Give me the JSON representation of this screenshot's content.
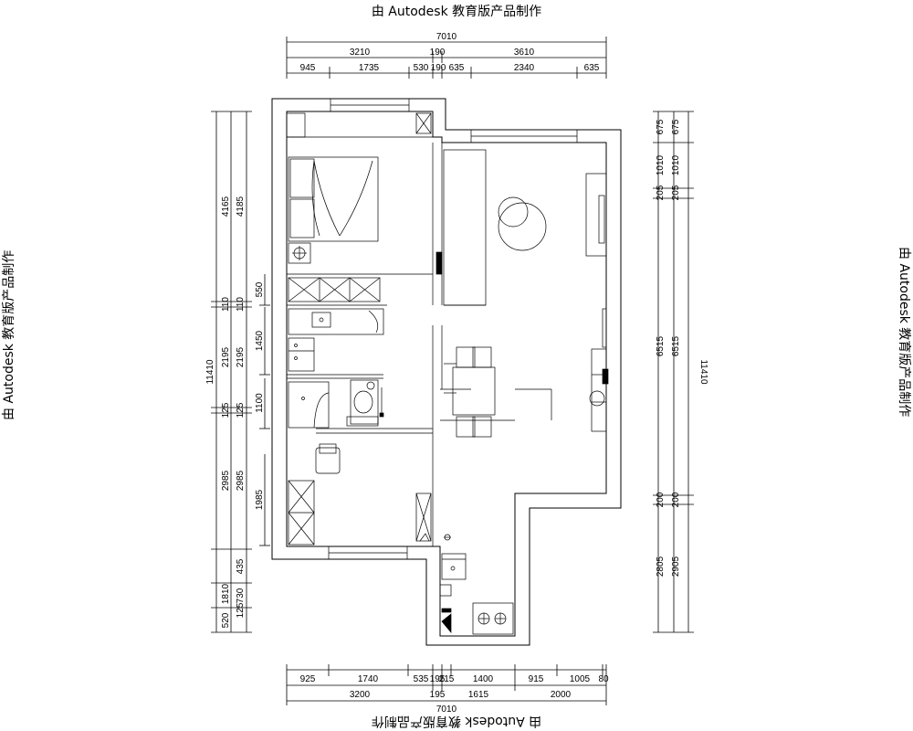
{
  "watermark": "由 Autodesk 教育版产品制作",
  "dimensions": {
    "top_total": "7010",
    "top_row1": [
      "3210",
      "190",
      "3610"
    ],
    "top_row2": [
      "945",
      "1735",
      "530",
      "190",
      "635",
      "2340",
      "635"
    ],
    "bottom_total": "7010",
    "bottom_row1": [
      "3200",
      "195",
      "1615",
      "2000"
    ],
    "bottom_row2": [
      "925",
      "1740",
      "535",
      "195",
      "215",
      "1400",
      "915",
      "1005",
      "80"
    ],
    "left_total": "11410",
    "left_outer": [
      "4165",
      "110",
      "2195",
      "125",
      "2985",
      "1810",
      "520"
    ],
    "left_inner": [
      "4185",
      "110",
      "2195",
      "125",
      "2985",
      "435",
      "730",
      "125"
    ],
    "left_local": [
      "550",
      "1450",
      "1100",
      "1985"
    ],
    "right_total": "11410",
    "right_inner": [
      "675",
      "1010",
      "205",
      "6515",
      "200",
      "2805"
    ],
    "right_outer": [
      "675",
      "1010",
      "205",
      "6515",
      "200",
      "2905"
    ]
  }
}
